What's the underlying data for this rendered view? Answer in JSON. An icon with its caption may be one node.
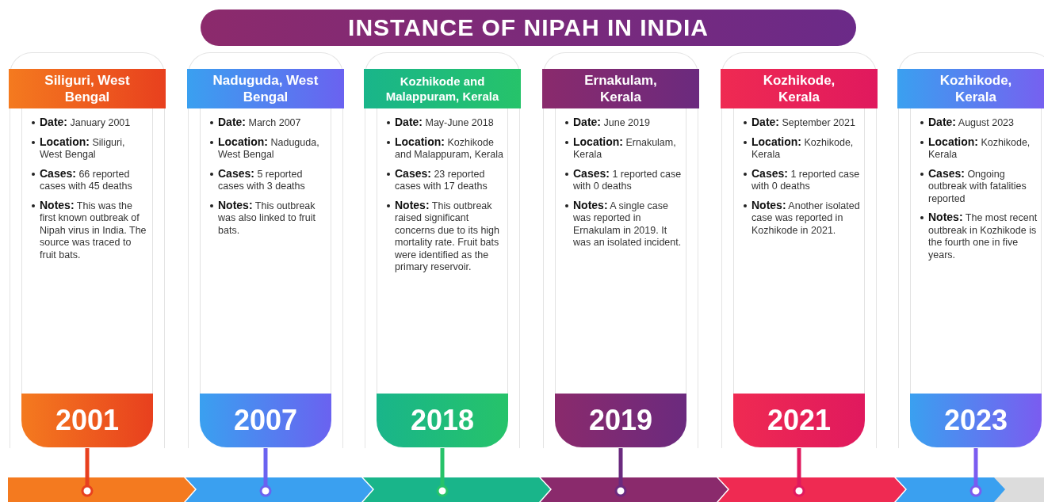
{
  "diagram": {
    "title": "INSTANCE OF NIPAH IN INDIA",
    "nodes": [
      {
        "text": [
          "Siliguri, West Bengal",
          "**Date:** January 2001",
          "**Location:** Siliguri, West Bengal",
          "**Cases:** 66 reported cases with 45 deaths",
          "**Notes:** This was the first known outbreak of Nipah virus in India. The source was traced to fruit bats.",
          "2001"
        ]
      },
      {
        "text": [
          "Naduguda, West Bengal",
          "**Date:** March 2007",
          "**Location:** Naduguda, West Bengal",
          "**Cases:** 5 reported cases with 3 deaths",
          "**Notes:** This outbreak was also linked to fruit bats.",
          "2007"
        ]
      },
      {
        "text": [
          "Kozhikode and Malappuram, Kerala",
          "**Date:** May-June 2018",
          "**Location:** Kozhikode and Malappuram, Kerala",
          "**Cases:** 23 reported cases with 17 deaths",
          "**Notes:** This outbreak raised significant concerns due to its high mortality rate. Fruit bats were identified as the primary reservoir.",
          "2018"
        ]
      },
      {
        "text": [
          "Ernakulam, Kerala",
          "**Date:** June 2019",
          "**Location:** Ernakulam, Kerala",
          "**Cases:** 1 reported case with 0 deaths",
          "**Notes:** A single case was reported in Ernakulam in 2019. It was an isolated incident.",
          "2019"
        ]
      },
      {
        "text": [
          "Kozhikode, Kerala",
          "**Date:** September 2021",
          "**Location:** Kozhikode, Kerala",
          "**Cases:** 1 reported case with 0 deaths",
          "**Notes:** Another isolated case was reported in Kozhikode in 2021.",
          "2021"
        ]
      },
      {
        "text": [
          "Kozhikode, Kerala",
          "**Date:** August 2023",
          "**Location:** Kozhikode, Kerala",
          "**Cases:** Ongoing outbreak with fatalities reported",
          "**Notes:** The most recent outbreak in Kozhikode is the fourth one in five years.",
          "2023"
        ]
      }
    ]
  }
}
